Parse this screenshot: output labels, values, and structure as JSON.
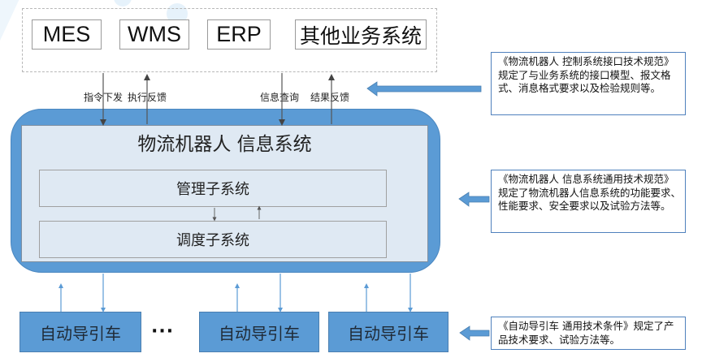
{
  "business_systems": {
    "items": [
      {
        "label": "MES"
      },
      {
        "label": "WMS"
      },
      {
        "label": "ERP"
      },
      {
        "label": "其他业务系统"
      }
    ]
  },
  "flows": {
    "command_down": "指令下发",
    "execution_feedback": "执行反馈",
    "info_query": "信息查询",
    "result_feedback": "结果反馈"
  },
  "info_system": {
    "title": "物流机器人 信息系统",
    "subsystems": [
      {
        "label": "管理子系统"
      },
      {
        "label": "调度子系统"
      }
    ]
  },
  "agvs": {
    "items": [
      {
        "label": "自动导引车"
      },
      {
        "label": "自动导引车"
      },
      {
        "label": "自动导引车"
      }
    ],
    "ellipsis": "···"
  },
  "callouts": [
    {
      "text": "《物流机器人 控制系统接口技术规范》规定了与业务系统的接口模型、报文格式、消息格式要求以及检验规则等。"
    },
    {
      "text": "《物流机器人 信息系统通用技术规范》规定了物流机器人信息系统的功能要求、性能要求、安全要求以及试验方法等。"
    },
    {
      "text": "《自动导引车 通用技术条件》规定了产品技术要求、试验方法等。"
    }
  ],
  "colors": {
    "accent_blue": "#5b9bd5",
    "inner_panel": "#dfe9f3",
    "callout_border": "#4f81bd"
  }
}
